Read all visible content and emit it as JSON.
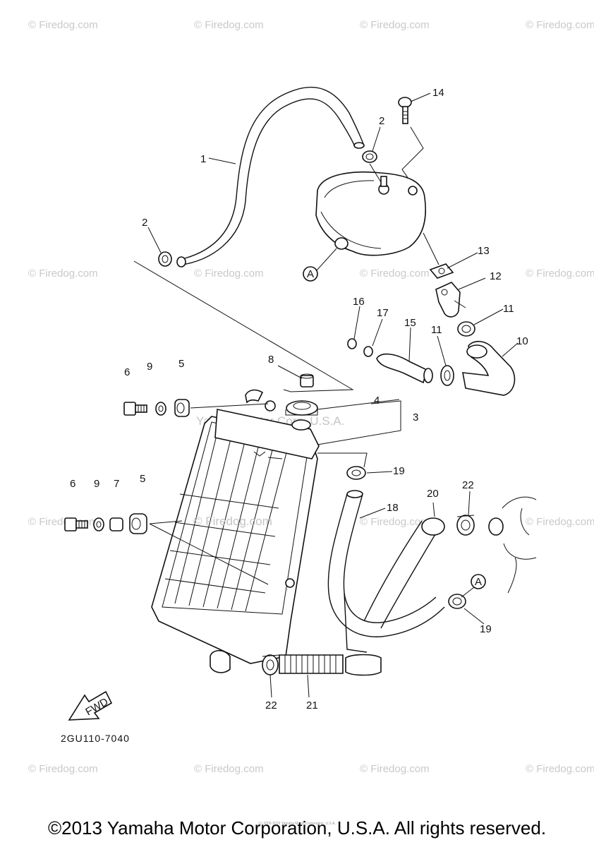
{
  "watermarks": {
    "firedog": "© Firedog.com",
    "center_firedog": "© Firedog.com",
    "yamaha_center": "Yamaha Motor Corp, U.S.A."
  },
  "callouts": [
    "1",
    "2",
    "2",
    "3",
    "4",
    "5",
    "5",
    "6",
    "6",
    "7",
    "8",
    "9",
    "9",
    "10",
    "11",
    "11",
    "12",
    "13",
    "14",
    "15",
    "16",
    "17",
    "18",
    "19",
    "19",
    "20",
    "21",
    "22",
    "22"
  ],
  "ref_marker": "A",
  "fwd_label": "FWD",
  "diagram_code": "2GU110-7040",
  "tiny_notice": "(c) 2005-2015 Yamaha Motor Corporation, U.S.A.",
  "copyright": "©2013 Yamaha Motor Corporation, U.S.A. All rights reserved."
}
